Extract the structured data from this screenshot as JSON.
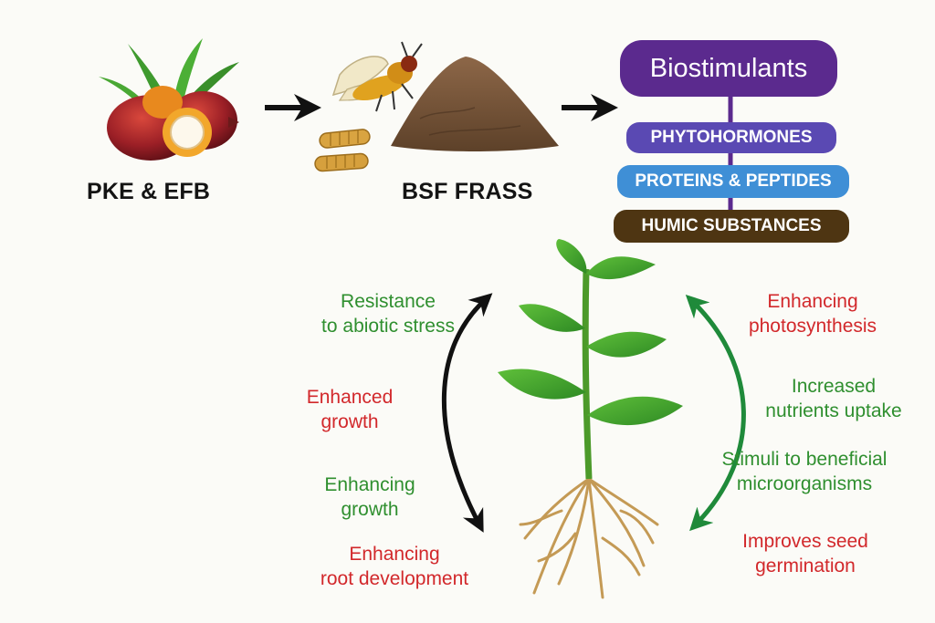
{
  "inputs": {
    "feedstock_label": "PKE & EFB",
    "frass_label": "BSF FRASS"
  },
  "biostimulants": {
    "title": "Biostimulants",
    "components": [
      {
        "label": "PHYTOHORMONES",
        "color": "#5a49b3"
      },
      {
        "label": "PROTEINS & PEPTIDES",
        "color": "#3f8fd6"
      },
      {
        "label": "HUMIC SUBSTANCES",
        "color": "#4e3512"
      }
    ],
    "title_color": "#5b2a8e"
  },
  "effects_left": [
    {
      "line1": "Resistance",
      "line2": "to abiotic stress",
      "color": "#2f8f2f"
    },
    {
      "line1": "Enhanced",
      "line2": "growth",
      "color": "#d2282b"
    },
    {
      "line1": "Enhancing",
      "line2": "growth",
      "color": "#2f8f2f"
    },
    {
      "line1": "Enhancing",
      "line2": "root development",
      "color": "#d2282b"
    }
  ],
  "effects_right": [
    {
      "line1": "Enhancing",
      "line2": "photosynthesis",
      "color": "#d2282b"
    },
    {
      "line1": "Increased",
      "line2": "nutrients uptake",
      "color": "#2f8f2f"
    },
    {
      "line1": "Stimuli to beneficial",
      "line2": "microorganisms",
      "color": "#2f8f2f"
    },
    {
      "line1": "Improves seed",
      "line2": "germination",
      "color": "#d2282b"
    }
  ],
  "icons": {
    "feedstock": "palm-fruit-icon",
    "fly": "black-soldier-fly-icon",
    "larvae": "larvae-icon",
    "frass": "frass-pile-icon",
    "plant": "plant-with-roots-icon"
  }
}
